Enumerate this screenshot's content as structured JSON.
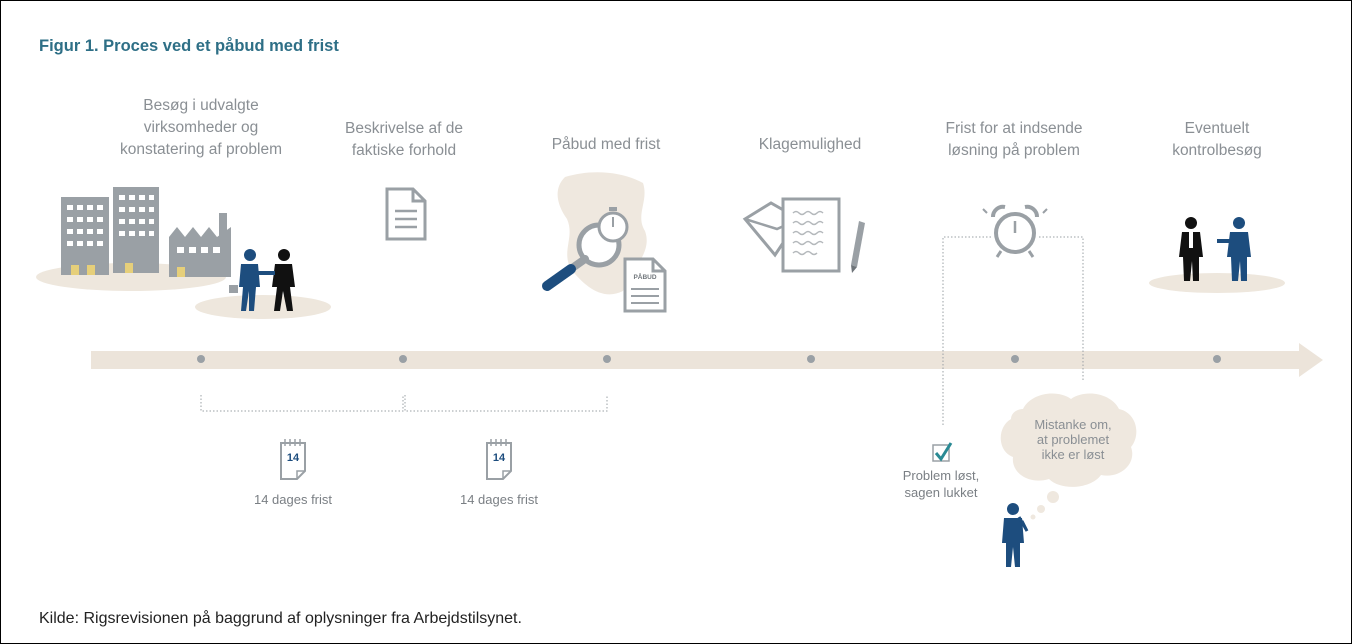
{
  "figure": {
    "title": "Figur 1. Proces ved et påbud med frist",
    "source": "Kilde:  Rigsrevisionen på baggrund af oplysninger fra Arbejdstilsynet."
  },
  "steps": [
    {
      "lines": [
        "Besøg i udvalgte",
        "virksomheder og",
        "konstatering af problem"
      ]
    },
    {
      "lines": [
        "Beskrivelse af de",
        "faktiske forhold"
      ]
    },
    {
      "lines": [
        "Påbud med frist"
      ]
    },
    {
      "lines": [
        "Klagemulighed"
      ]
    },
    {
      "lines": [
        "Frist for at indsende",
        "løsning på problem"
      ]
    },
    {
      "lines": [
        "Eventuelt",
        "kontrolbesøg"
      ]
    }
  ],
  "deadlines": [
    {
      "day": "14",
      "label": "14 dages frist"
    },
    {
      "day": "14",
      "label": "14 dages frist"
    }
  ],
  "order_label": "PÅBUD",
  "outcomes": {
    "resolved": [
      "Problem løst,",
      "sagen lukket"
    ],
    "suspicion": [
      "Mistanke om,",
      "at problemet",
      "ikke er løst"
    ]
  },
  "colors": {
    "title": "#2e6f86",
    "label_gray": "#8a8f94",
    "icon_gray": "#9aa0a5",
    "timeline": "#ece4da",
    "person_blue": "#1d4d7e",
    "check_teal": "#2a8a94"
  }
}
